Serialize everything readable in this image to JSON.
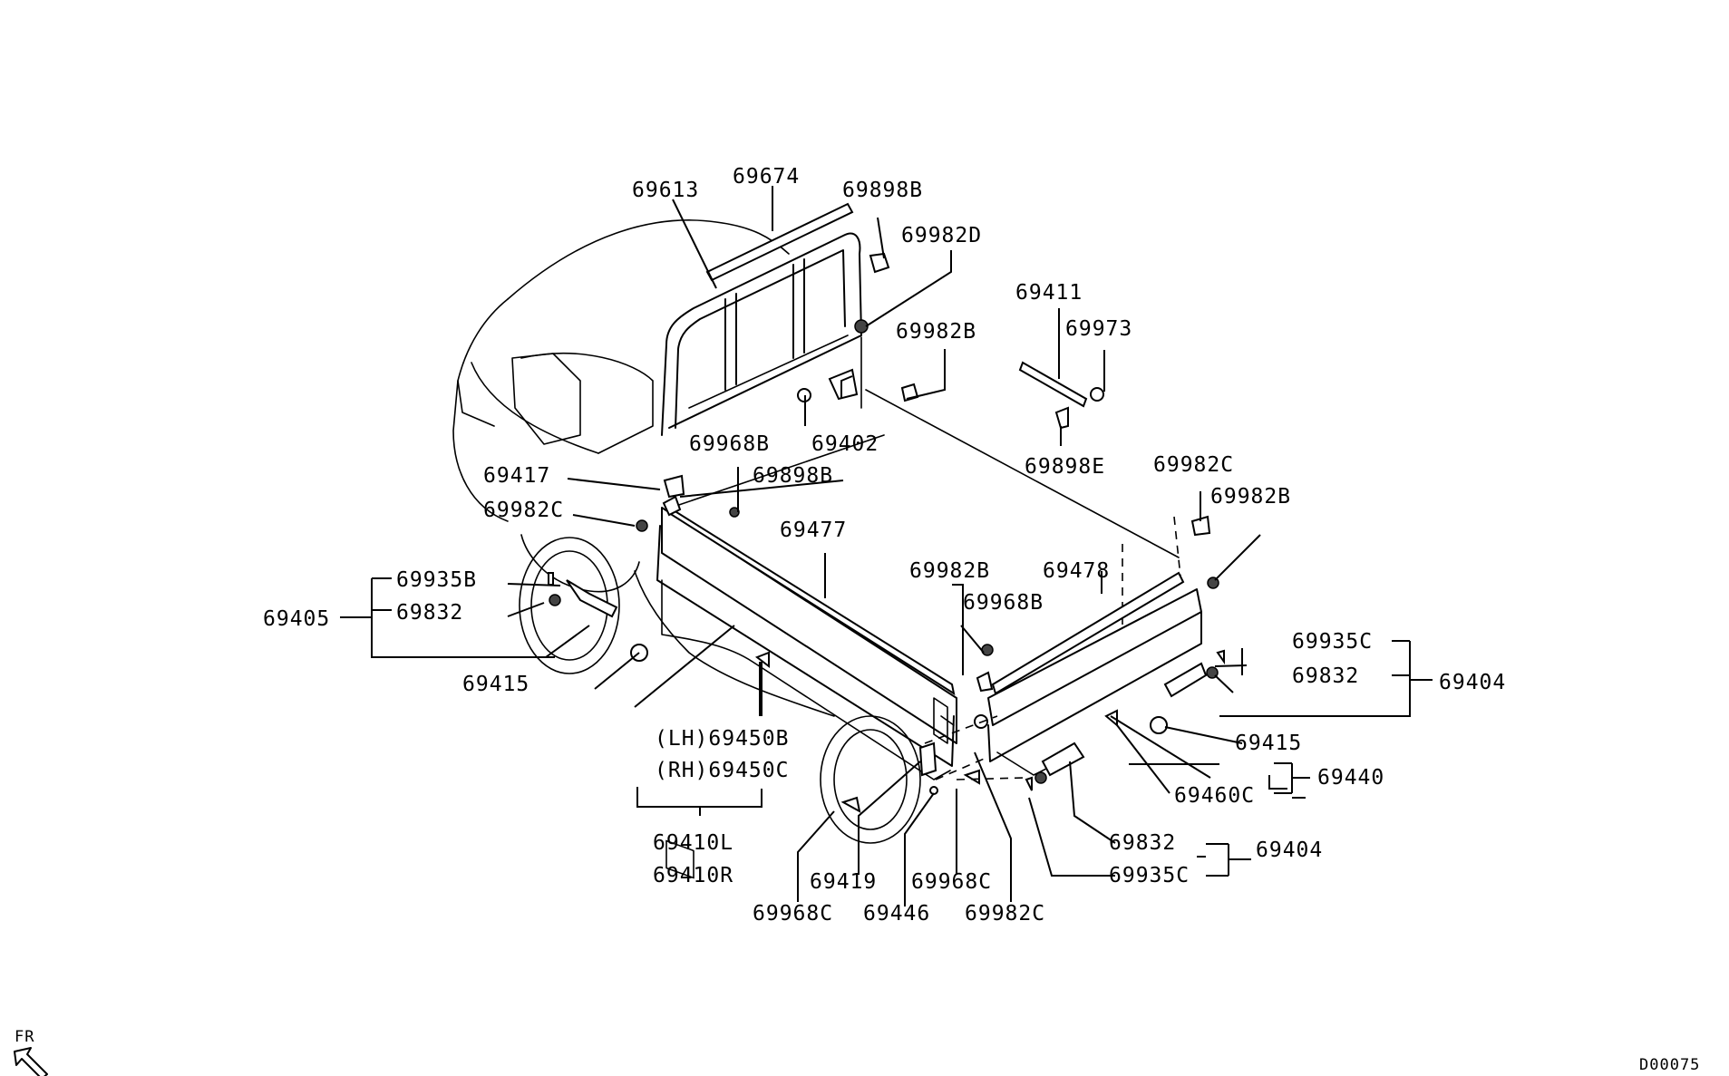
{
  "labels": {
    "p69613": "69613",
    "p69674": "69674",
    "p69898B_top": "69898B",
    "p69982D": "69982D",
    "p69411": "69411",
    "p69973": "69973",
    "p69982B_a": "69982B",
    "p69898E": "69898E",
    "p69968B_a": "69968B",
    "p69402": "69402",
    "p69898B_mid": "69898B",
    "p69417": "69417",
    "p69982C_left": "69982C",
    "p69477": "69477",
    "p69982C_right": "69982C",
    "p69982B_right": "69982B",
    "p69935B": "69935B",
    "p69832_left": "69832",
    "p69405": "69405",
    "p69415_left": "69415",
    "p69982B_b": "69982B",
    "p69478": "69478",
    "p69968B_b": "69968B",
    "p69935C_right": "69935C",
    "p69832_right": "69832",
    "p69404_right": "69404",
    "p69415_right": "69415",
    "p69450B": "(LH)69450B",
    "p69450C": "(RH)69450C",
    "p69440": "69440",
    "p69460C": "69460C",
    "p69832_bot": "69832",
    "p69404_bot": "69404",
    "p69935C_bot": "69935C",
    "p69410L": "69410L",
    "p69410R": "69410R",
    "p69419": "69419",
    "p69968C_a": "69968C",
    "p69968C_b": "69968C",
    "p69446": "69446",
    "p69982C_bot": "69982C"
  },
  "footer": {
    "direction_label": "FR",
    "drawing_id": "D00075"
  }
}
